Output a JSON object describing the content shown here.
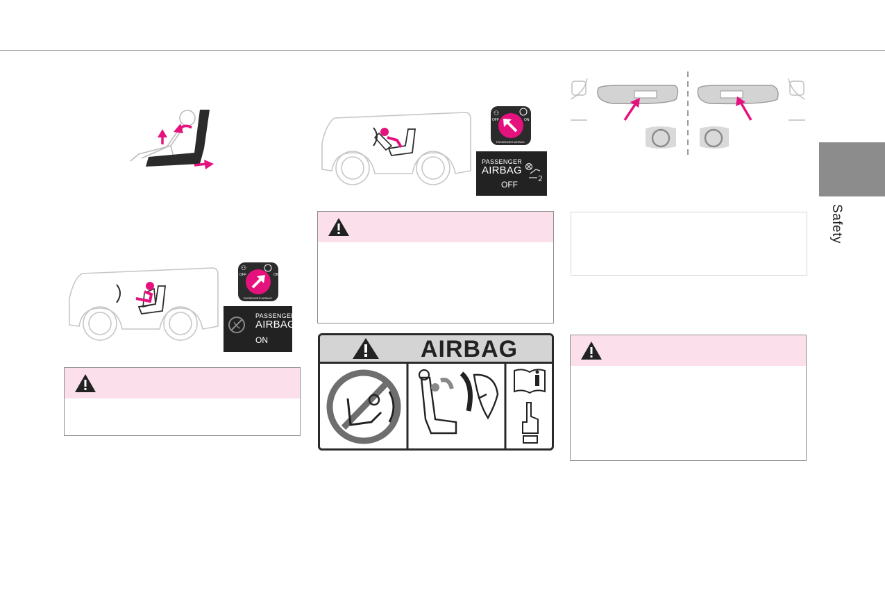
{
  "section_tab": {
    "label": "Safety",
    "color": "#8c8c8c"
  },
  "colors": {
    "accent": "#e5127d",
    "warning_band": "#fbdfea",
    "label_dark": "#222222"
  },
  "airbag_on_label": {
    "line1": "PASSENGER",
    "line2": "AIRBAG",
    "state": "ON"
  },
  "airbag_off_label": {
    "line1": "PASSENGER",
    "line2": "AIRBAG",
    "state": "OFF"
  },
  "switch_knob": {
    "off": "OFF",
    "on": "ON",
    "ring": "PASSENGER AIRBAG"
  },
  "sun_visor_label": {
    "title": "AIRBAG"
  },
  "icons": {
    "warning": "warning-triangle-icon",
    "no_rear_facing_seat": "no-rear-facing-child-seat-icon",
    "manual": "manual-info-icon"
  }
}
